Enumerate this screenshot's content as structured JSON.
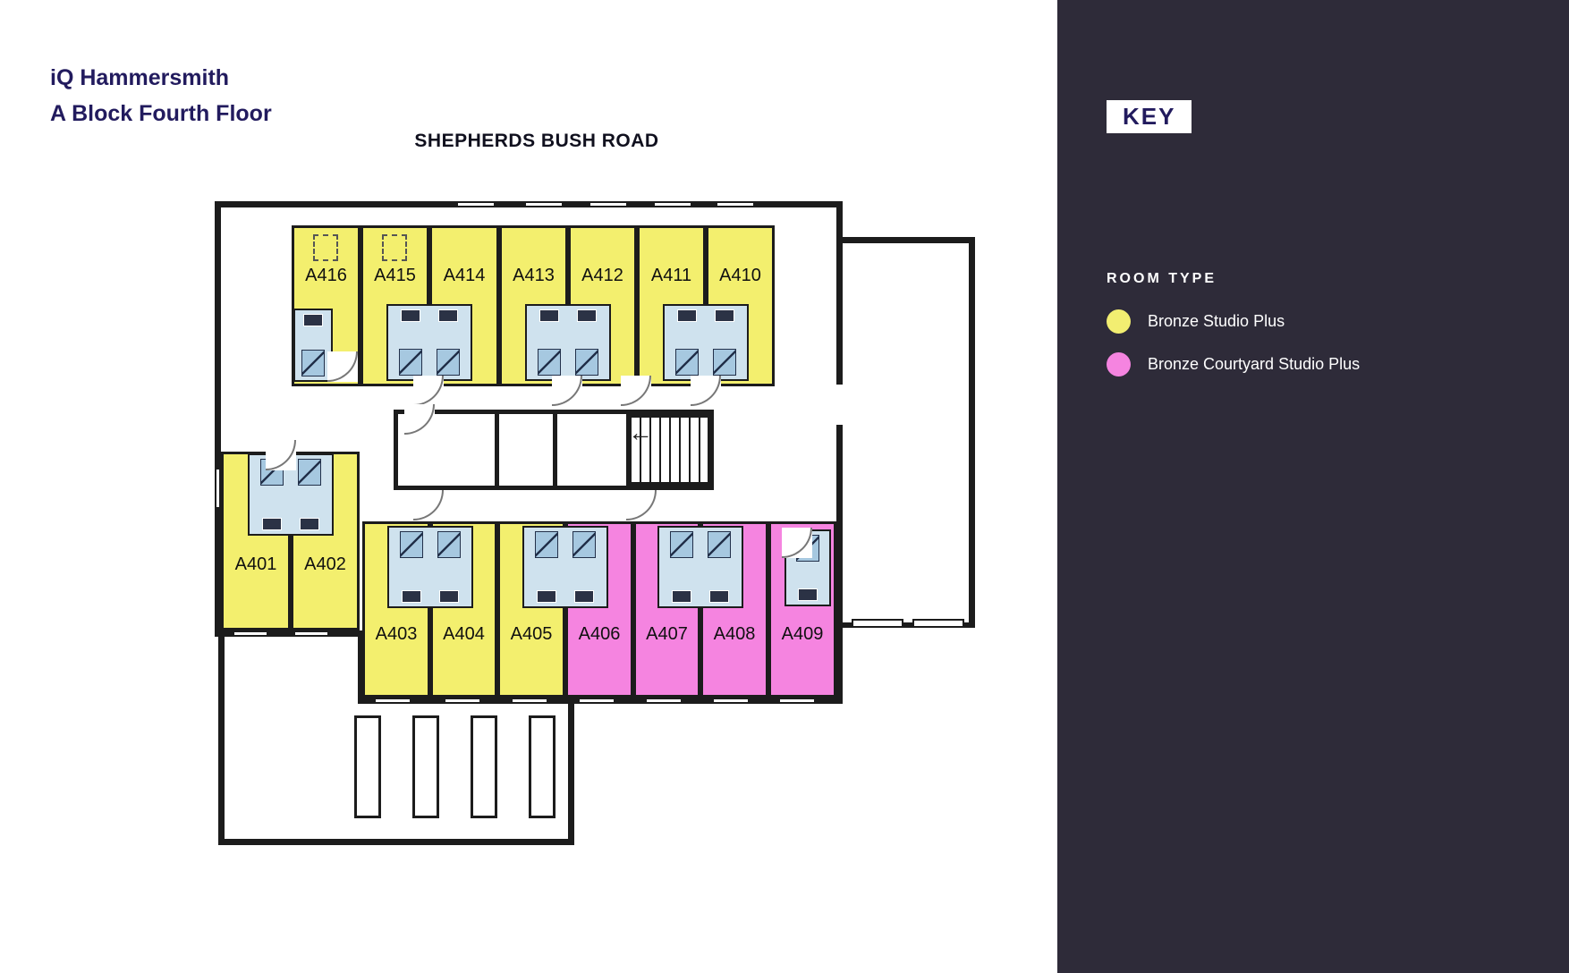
{
  "header": {
    "title_line1": "iQ Hammersmith",
    "title_line2": "A Block Fourth Floor",
    "road_label": "SHEPHERDS BUSH ROAD"
  },
  "key_panel": {
    "title": "KEY",
    "room_type_heading": "ROOM TYPE",
    "legend": [
      {
        "label": "Bronze Studio Plus",
        "color": "#f2ee71"
      },
      {
        "label": "Bronze Courtyard Studio Plus",
        "color": "#f584e0"
      }
    ]
  },
  "icons": {
    "stairs_arrow": "←"
  },
  "colors": {
    "bronze_studio_plus": "#f3ef6e",
    "bronze_courtyard_studio_plus": "#f584e0",
    "bathroom_pod": "#cfe2ee",
    "wall": "#1c1c1c",
    "sidebar_background": "#2e2b39",
    "title_text": "#221b5e"
  },
  "rooms": [
    {
      "id": "A416",
      "type": "Bronze Studio Plus"
    },
    {
      "id": "A415",
      "type": "Bronze Studio Plus"
    },
    {
      "id": "A414",
      "type": "Bronze Studio Plus"
    },
    {
      "id": "A413",
      "type": "Bronze Studio Plus"
    },
    {
      "id": "A412",
      "type": "Bronze Studio Plus"
    },
    {
      "id": "A411",
      "type": "Bronze Studio Plus"
    },
    {
      "id": "A410",
      "type": "Bronze Studio Plus"
    },
    {
      "id": "A401",
      "type": "Bronze Studio Plus"
    },
    {
      "id": "A402",
      "type": "Bronze Studio Plus"
    },
    {
      "id": "A403",
      "type": "Bronze Studio Plus"
    },
    {
      "id": "A404",
      "type": "Bronze Studio Plus"
    },
    {
      "id": "A405",
      "type": "Bronze Studio Plus"
    },
    {
      "id": "A406",
      "type": "Bronze Courtyard Studio Plus"
    },
    {
      "id": "A407",
      "type": "Bronze Courtyard Studio Plus"
    },
    {
      "id": "A408",
      "type": "Bronze Courtyard Studio Plus"
    },
    {
      "id": "A409",
      "type": "Bronze Courtyard Studio Plus"
    }
  ]
}
